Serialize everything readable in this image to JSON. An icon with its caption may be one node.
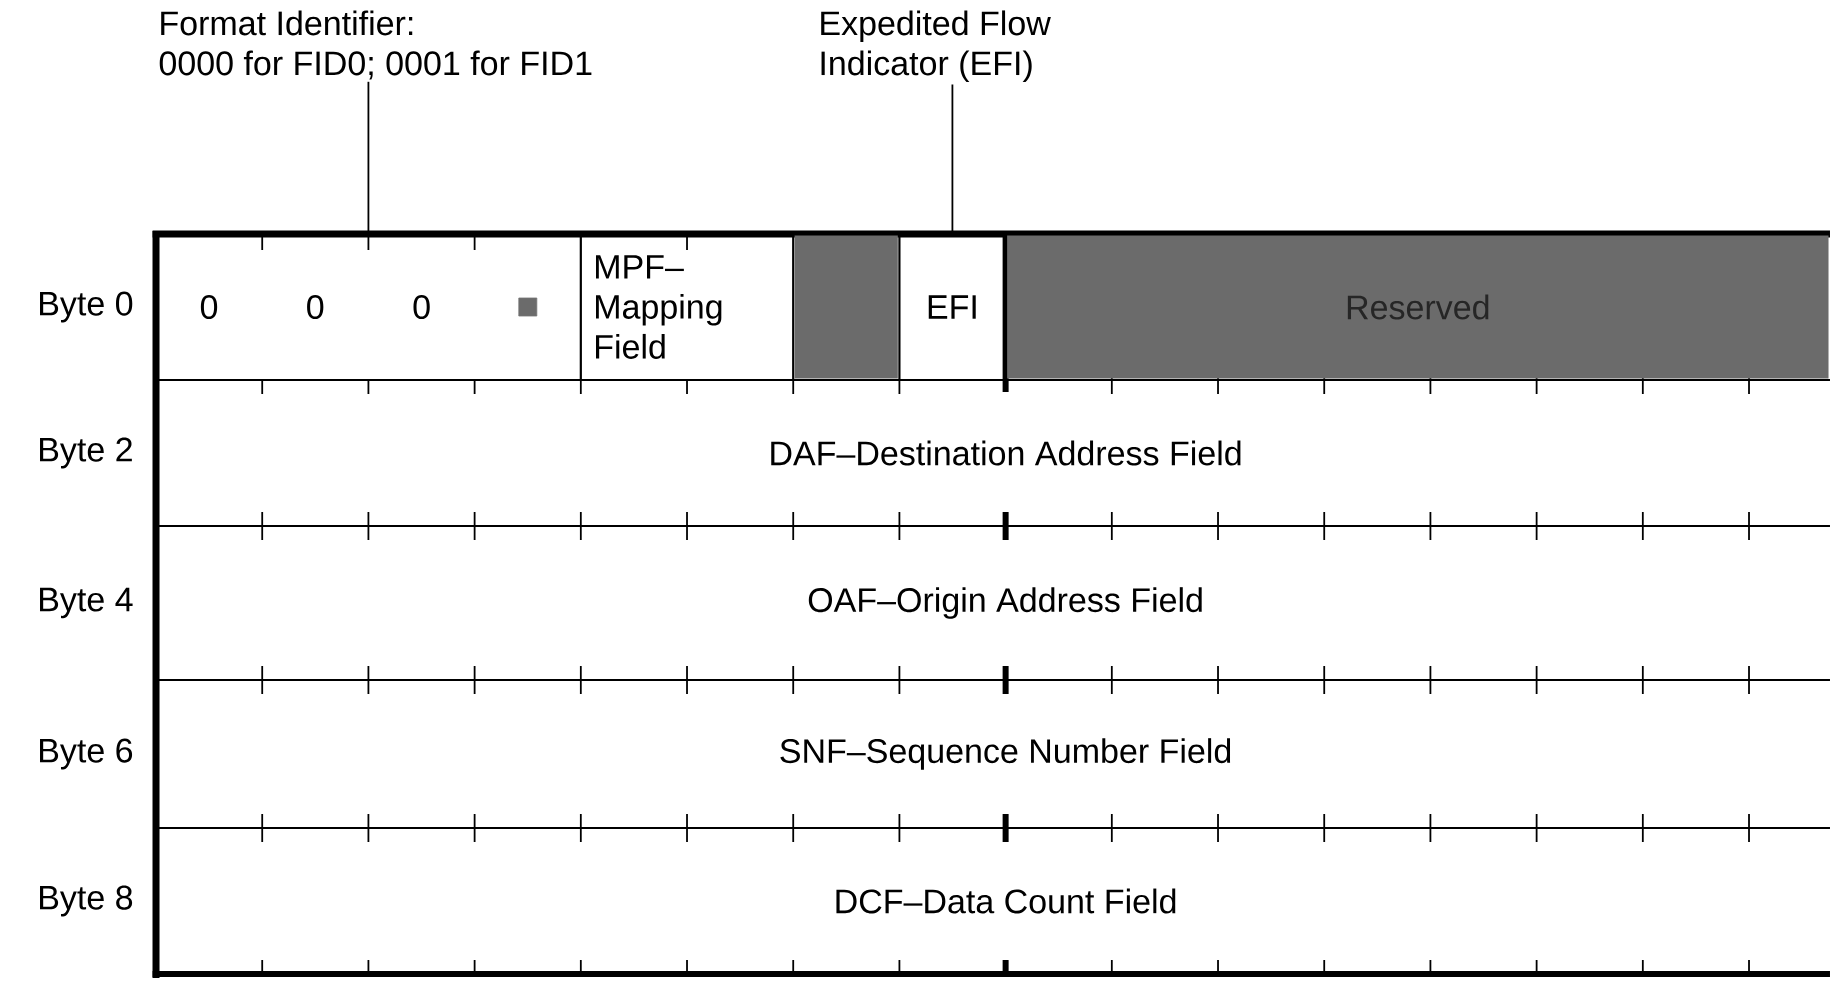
{
  "diagram": {
    "nodes": [
      {
        "text": [
          "Format Identifier: 0000 for FID0; 0001 for FID1"
        ]
      },
      {
        "text": [
          "Expedited Flow Indicator (EFI)"
        ]
      },
      {
        "text": [
          "0"
        ]
      },
      {
        "text": [
          "0"
        ]
      },
      {
        "text": [
          "0"
        ]
      },
      {
        "text": [],
        "shape": "box"
      },
      {
        "text": [
          "MPF–Mapping Field"
        ]
      },
      {
        "text": [],
        "shape": "box"
      },
      {
        "text": [
          "EFI"
        ]
      },
      {
        "text": [
          "Reserved"
        ]
      },
      {
        "text": [
          "DAF–Destination Address Field"
        ]
      },
      {
        "text": [
          "OAF–Origin Address Field"
        ]
      },
      {
        "text": [
          "SNF–Sequence Number Field"
        ]
      },
      {
        "text": [
          "DCF–Data Count Field"
        ]
      }
    ],
    "edges": [
      {
        "from": 0,
        "to": null,
        "arrow": "none"
      },
      {
        "from": 1,
        "to": 8,
        "arrow": "none"
      }
    ],
    "labels": [
      "Byte 0",
      "Byte 2",
      "Byte 4",
      "Byte 6",
      "Byte 8"
    ]
  }
}
